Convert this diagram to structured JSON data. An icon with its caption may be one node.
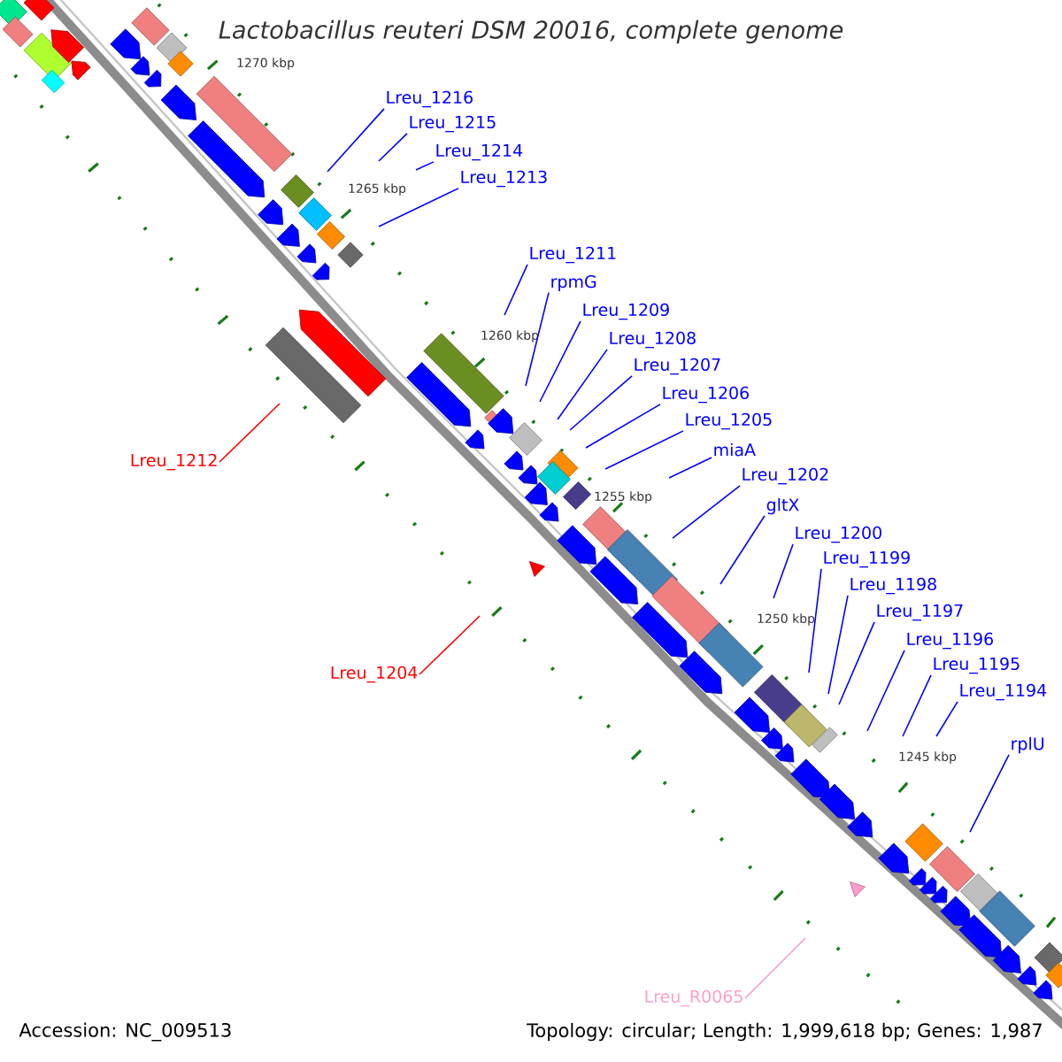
{
  "diagram": {
    "title": "Lactobacillus reuteri DSM 20016, complete genome",
    "nodes": [
      {
        "text": [
          "Lreu_1216"
        ]
      },
      {
        "text": [
          "Lreu_1215"
        ]
      },
      {
        "text": [
          "Lreu_1214"
        ]
      },
      {
        "text": [
          "Lreu_1213"
        ]
      },
      {
        "text": [
          "Lreu_1211"
        ]
      },
      {
        "text": [
          "rpmG"
        ]
      },
      {
        "text": [
          "Lreu_1209"
        ]
      },
      {
        "text": [
          "Lreu_1208"
        ]
      },
      {
        "text": [
          "Lreu_1207"
        ]
      },
      {
        "text": [
          "Lreu_1206"
        ]
      },
      {
        "text": [
          "Lreu_1205"
        ]
      },
      {
        "text": [
          "miaA"
        ]
      },
      {
        "text": [
          "Lreu_1212"
        ]
      },
      {
        "text": [
          "Lreu_1202"
        ]
      },
      {
        "text": [
          "gltX"
        ]
      },
      {
        "text": [
          "Lreu_1200"
        ]
      },
      {
        "text": [
          "Lreu_1199"
        ]
      },
      {
        "text": [
          "Lreu_1198"
        ]
      },
      {
        "text": [
          "Lreu_1197"
        ]
      },
      {
        "text": [
          "Lreu_1196"
        ]
      },
      {
        "text": [
          "Lreu_1195"
        ]
      },
      {
        "text": [
          "Lreu_1204"
        ]
      },
      {
        "text": [
          "Lreu_1194"
        ]
      },
      {
        "text": [
          "rplU"
        ]
      },
      {
        "text": [
          "Lreu_R0065"
        ]
      }
    ],
    "edges": [
      {
        "from": 0,
        "to": null,
        "arrow": "none"
      },
      {
        "from": 1,
        "to": null,
        "arrow": "none"
      },
      {
        "from": 2,
        "to": null,
        "arrow": "none"
      },
      {
        "from": 3,
        "to": null,
        "arrow": "none"
      },
      {
        "from": 4,
        "to": null,
        "arrow": "none"
      },
      {
        "from": 5,
        "to": null,
        "arrow": "none"
      },
      {
        "from": 6,
        "to": null,
        "arrow": "none"
      },
      {
        "from": 7,
        "to": null,
        "arrow": "none"
      },
      {
        "from": 8,
        "to": null,
        "arrow": "none"
      },
      {
        "from": 9,
        "to": null,
        "arrow": "none"
      },
      {
        "from": 10,
        "to": null,
        "arrow": "none"
      },
      {
        "from": 11,
        "to": null,
        "arrow": "none"
      },
      {
        "from": 12,
        "to": null,
        "arrow": "none",
        "color": "#ff0000"
      },
      {
        "from": 13,
        "to": null,
        "arrow": "none"
      },
      {
        "from": 14,
        "to": null,
        "arrow": "none"
      },
      {
        "from": 15,
        "to": null,
        "arrow": "none"
      },
      {
        "from": 16,
        "to": null,
        "arrow": "none"
      },
      {
        "from": 17,
        "to": null,
        "arrow": "none"
      },
      {
        "from": 18,
        "to": null,
        "arrow": "none"
      },
      {
        "from": 19,
        "to": null,
        "arrow": "none"
      },
      {
        "from": 20,
        "to": null,
        "arrow": "none"
      },
      {
        "from": 21,
        "to": null,
        "arrow": "none",
        "color": "#ff0000"
      },
      {
        "from": 22,
        "to": null,
        "arrow": "none"
      },
      {
        "from": 23,
        "to": null,
        "arrow": "none"
      },
      {
        "from": 24,
        "to": null,
        "arrow": "none",
        "color": "#ff99cc"
      }
    ],
    "labels": [
      "1270 kbp",
      "1265 kbp",
      "1260 kbp",
      "1255 kbp",
      "1250 kbp",
      "1245 kbp",
      "Accession: NC_009513",
      "Topology: circular; Length: 1,999,618 bp; Genes: 1,987"
    ]
  }
}
